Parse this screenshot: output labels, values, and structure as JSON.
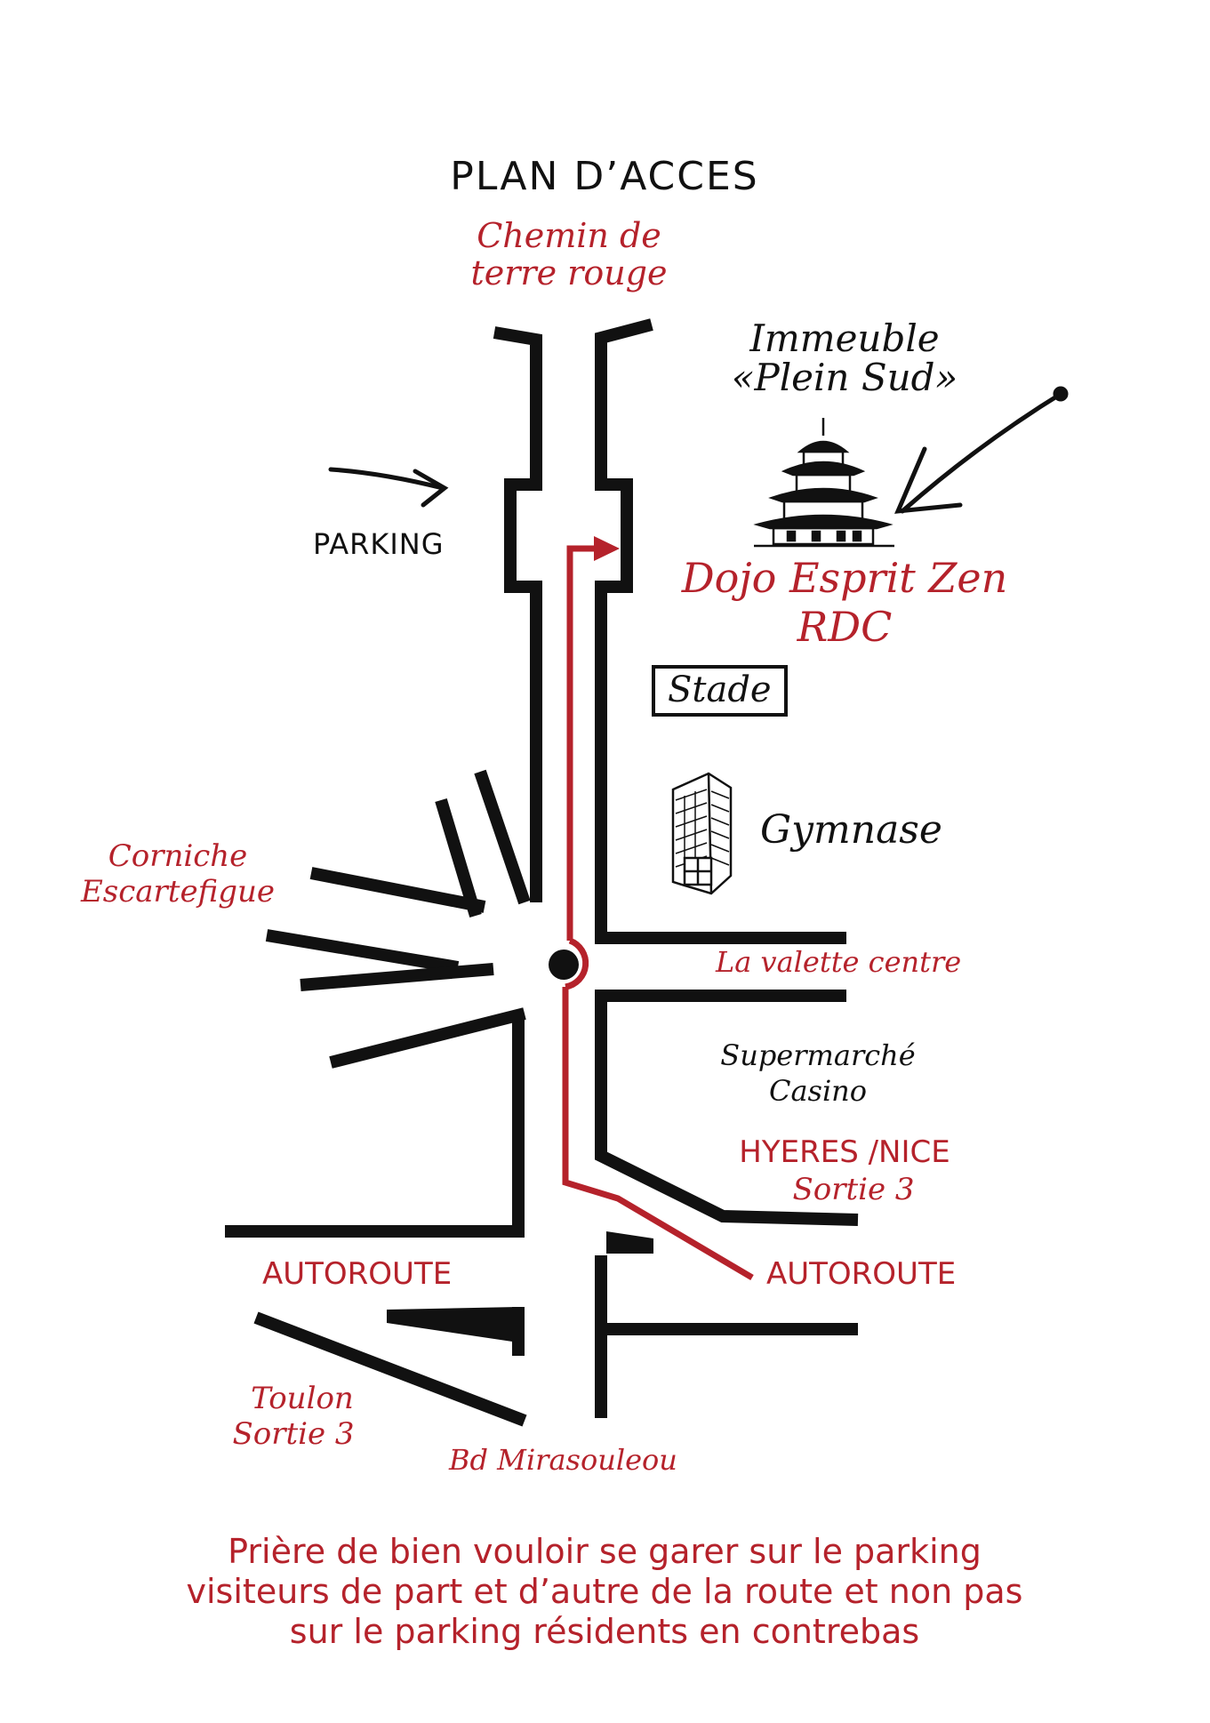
{
  "title": "PLAN D’ACCES",
  "labels": {
    "chemin": "Chemin de",
    "chemin2": "terre rouge",
    "immeuble": "Immeuble",
    "plein_sud": "«Plein Sud»",
    "parking": "PARKING",
    "dojo": "Dojo Esprit Zen",
    "rdc": "RDC",
    "stade": "Stade",
    "gymnase": "Gymnase",
    "corniche": "Corniche",
    "escartefigue": "Escartefigue",
    "valette": "La valette centre",
    "supermarche": "Supermarché",
    "casino": "Casino",
    "hyeres": "HYERES /NICE",
    "sortie3_right": "Sortie 3",
    "autoroute_left": "AUTOROUTE",
    "autoroute_right": "AUTOROUTE",
    "toulon": "Toulon",
    "sortie3_left": "Sortie 3",
    "bd": "Bd Mirasouleou"
  },
  "note": {
    "line1": "Prière de bien vouloir se garer sur le parking",
    "line2": "visiteurs de part et d’autre de la route et non pas",
    "line3": "sur le parking résidents en contrebas"
  },
  "colors": {
    "route": "#b5222b",
    "road": "#111111",
    "text_red": "#b5222b"
  },
  "icons": [
    "pagoda-icon",
    "tower-building-icon",
    "arrow-icon"
  ]
}
